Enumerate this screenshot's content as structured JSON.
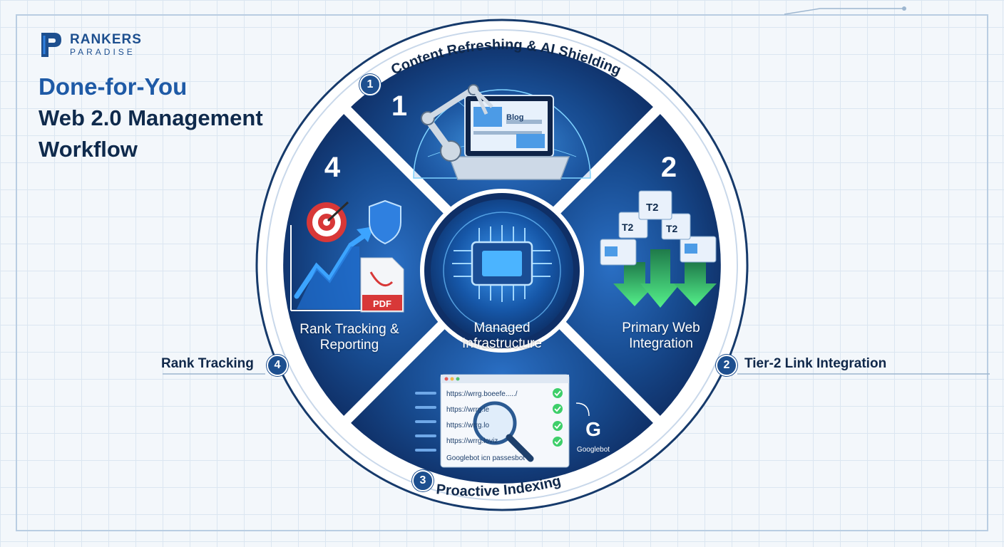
{
  "brand": {
    "name": "RANKERS",
    "sub": "PARADISE"
  },
  "title": {
    "line1": "Done-for-You",
    "line2": "Web 2.0 Management",
    "line3": "Workflow"
  },
  "center": {
    "label": "Managed Infrastructure"
  },
  "steps": [
    {
      "number": "1",
      "title": "Content Refreshing & AI Shielding",
      "screen_text": "Blog"
    },
    {
      "number": "2",
      "title": "Tier-2 Link Integration",
      "segment_label": "Primary Web Integration",
      "tags": [
        "T2",
        "T2",
        "T2"
      ]
    },
    {
      "number": "3",
      "title": "Proactive Indexing",
      "urls": [
        "https://wrrg.boeefe...../",
        "https://wrrg.le",
        "https://wrrg.lo",
        "https://wrrg.loviz"
      ],
      "footer": "Googlebot icn passesbot",
      "bot_label": "Googlebot",
      "bot_letter": "G"
    },
    {
      "number": "4",
      "title": "Rank Tracking",
      "segment_label": "Rank Tracking & Reporting",
      "doc_label": "PDF"
    }
  ],
  "colors": {
    "navy": "#0f2a4c",
    "brand": "#1d4f8f",
    "accent": "#2f80e0",
    "green": "#3ecf6a"
  }
}
